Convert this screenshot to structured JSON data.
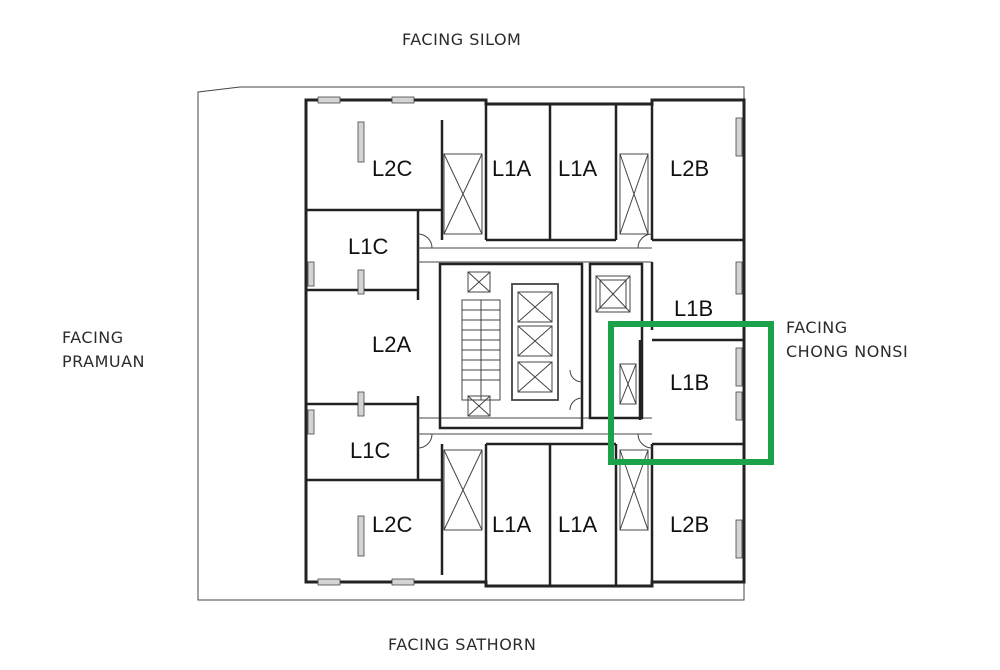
{
  "facing": {
    "north": "FACING SILOM",
    "south": "FACING SATHORN",
    "west_line1": "FACING",
    "west_line2": "PRAMUAN",
    "east_line1": "FACING",
    "east_line2": "CHONG NONSI"
  },
  "units": {
    "top_left": "L2C",
    "top_mid_left": "L1A",
    "top_mid_right": "L1A",
    "top_right": "L2B",
    "left_upper": "L1C",
    "left_mid": "L2A",
    "left_lower": "L1C",
    "right_upper": "L1B",
    "right_lower": "L1B",
    "bottom_left": "L2C",
    "bottom_mid_left": "L1A",
    "bottom_mid_right": "L1A",
    "bottom_right": "L2B"
  },
  "highlight": {
    "unit": "L1B",
    "color": "#1aa34a"
  }
}
